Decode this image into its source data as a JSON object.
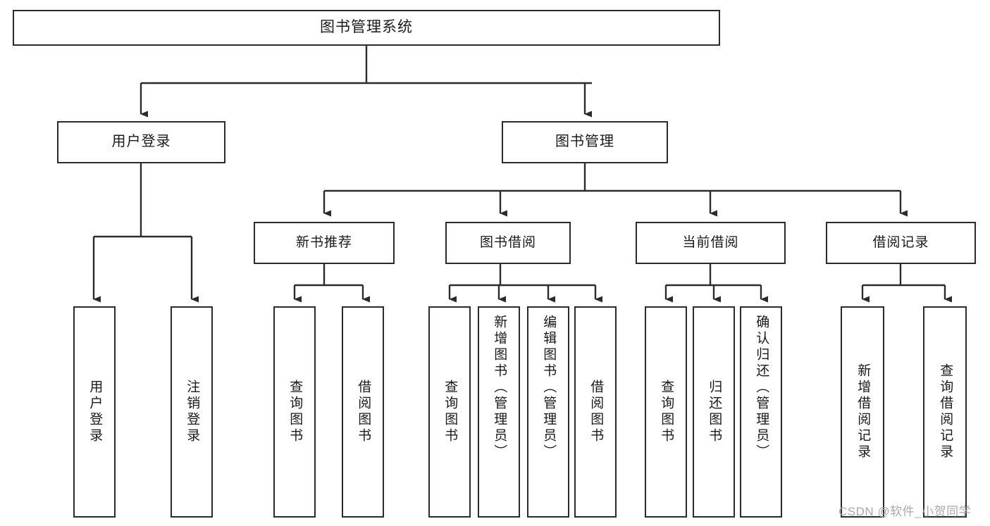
{
  "diagram": {
    "type": "tree",
    "title": "图书管理系统",
    "watermark": "CSDN @软件_小贺同学",
    "colors": {
      "border": "#2b2b2b",
      "background": "#ffffff",
      "text": "#1a1a1a",
      "watermark": "#a9a9a9"
    },
    "nodes": {
      "root": {
        "label": "图书管理系统"
      },
      "level1": [
        {
          "id": "user-login",
          "label": "用户登录"
        },
        {
          "id": "book-manage",
          "label": "图书管理"
        }
      ],
      "level2": [
        {
          "id": "new-book-rec",
          "label": "新书推荐",
          "parent": "book-manage"
        },
        {
          "id": "book-borrow",
          "label": "图书借阅",
          "parent": "book-manage"
        },
        {
          "id": "current-borrow",
          "label": "当前借阅",
          "parent": "book-manage"
        },
        {
          "id": "borrow-record",
          "label": "借阅记录",
          "parent": "book-manage"
        }
      ],
      "leaves": [
        {
          "id": "leaf-user-login",
          "label": "用户登录",
          "parent": "user-login"
        },
        {
          "id": "leaf-user-logout",
          "label": "注销登录",
          "parent": "user-login"
        },
        {
          "id": "leaf-query-book-1",
          "label": "查询图书",
          "parent": "new-book-rec"
        },
        {
          "id": "leaf-borrow-book-1",
          "label": "借阅图书",
          "parent": "new-book-rec"
        },
        {
          "id": "leaf-query-book-2",
          "label": "查询图书",
          "parent": "book-borrow"
        },
        {
          "id": "leaf-add-book",
          "label": "新增图书（管理员）",
          "parent": "book-borrow"
        },
        {
          "id": "leaf-edit-book",
          "label": "编辑图书（管理员）",
          "parent": "book-borrow"
        },
        {
          "id": "leaf-borrow-book-2",
          "label": "借阅图书",
          "parent": "book-borrow"
        },
        {
          "id": "leaf-query-book-3",
          "label": "查询图书",
          "parent": "current-borrow"
        },
        {
          "id": "leaf-return-book",
          "label": "归还图书",
          "parent": "current-borrow"
        },
        {
          "id": "leaf-confirm-return",
          "label": "确认归还（管理员）",
          "parent": "current-borrow"
        },
        {
          "id": "leaf-add-record",
          "label": "新增借阅记录",
          "parent": "borrow-record"
        },
        {
          "id": "leaf-query-record",
          "label": "查询借阅记录",
          "parent": "borrow-record"
        }
      ]
    }
  }
}
